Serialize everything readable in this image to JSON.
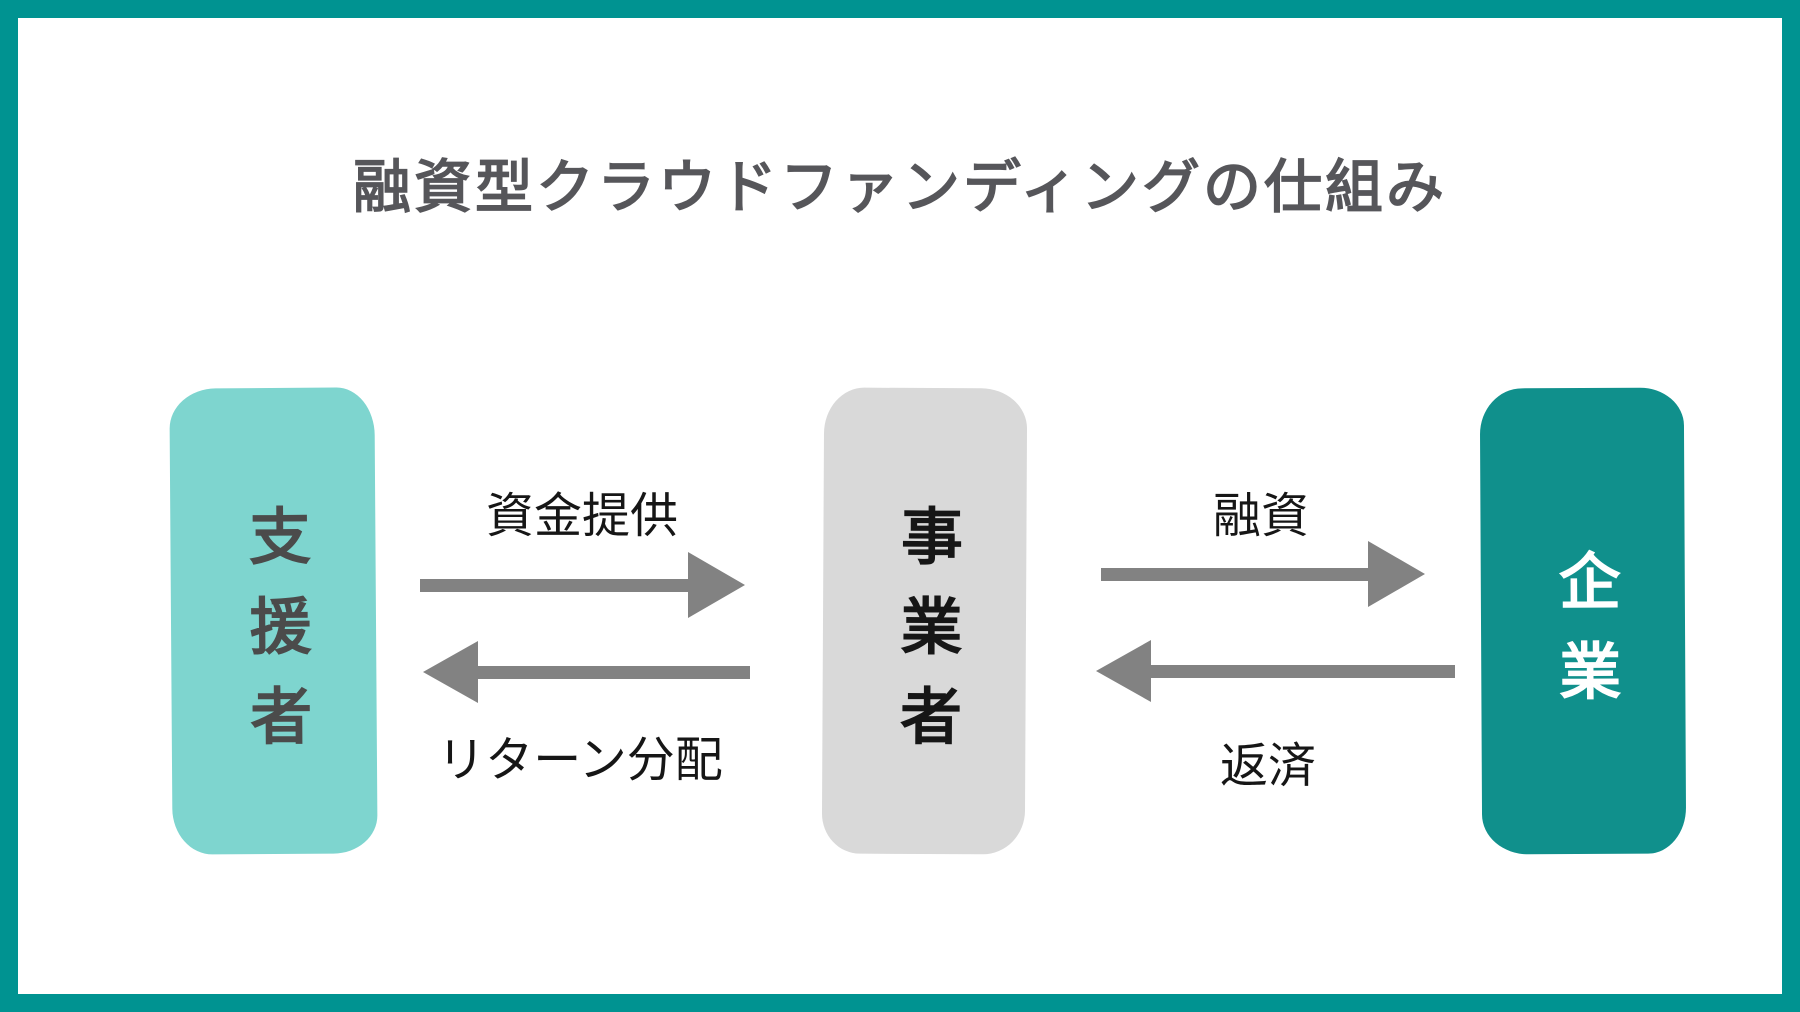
{
  "title": "融資型クラウドファンディングの仕組み",
  "entities": {
    "supporter": {
      "label": "支援者"
    },
    "operator": {
      "label": "事業者"
    },
    "company": {
      "label": "企業"
    }
  },
  "flows": {
    "fund_provision": {
      "label": "資金提供",
      "from": "支援者",
      "to": "事業者",
      "direction": "right"
    },
    "return_distribution": {
      "label": "リターン分配",
      "from": "事業者",
      "to": "支援者",
      "direction": "left"
    },
    "loan": {
      "label": "融資",
      "from": "事業者",
      "to": "企業",
      "direction": "right"
    },
    "repayment": {
      "label": "返済",
      "from": "企業",
      "to": "事業者",
      "direction": "left"
    }
  },
  "colors": {
    "frame": "#009391",
    "supporter_box": "#7ed5cf",
    "operator_box": "#d9d9d9",
    "company_box": "#10908c",
    "arrow": "#828282",
    "title_text": "#56565a",
    "company_text": "#ffffff"
  }
}
